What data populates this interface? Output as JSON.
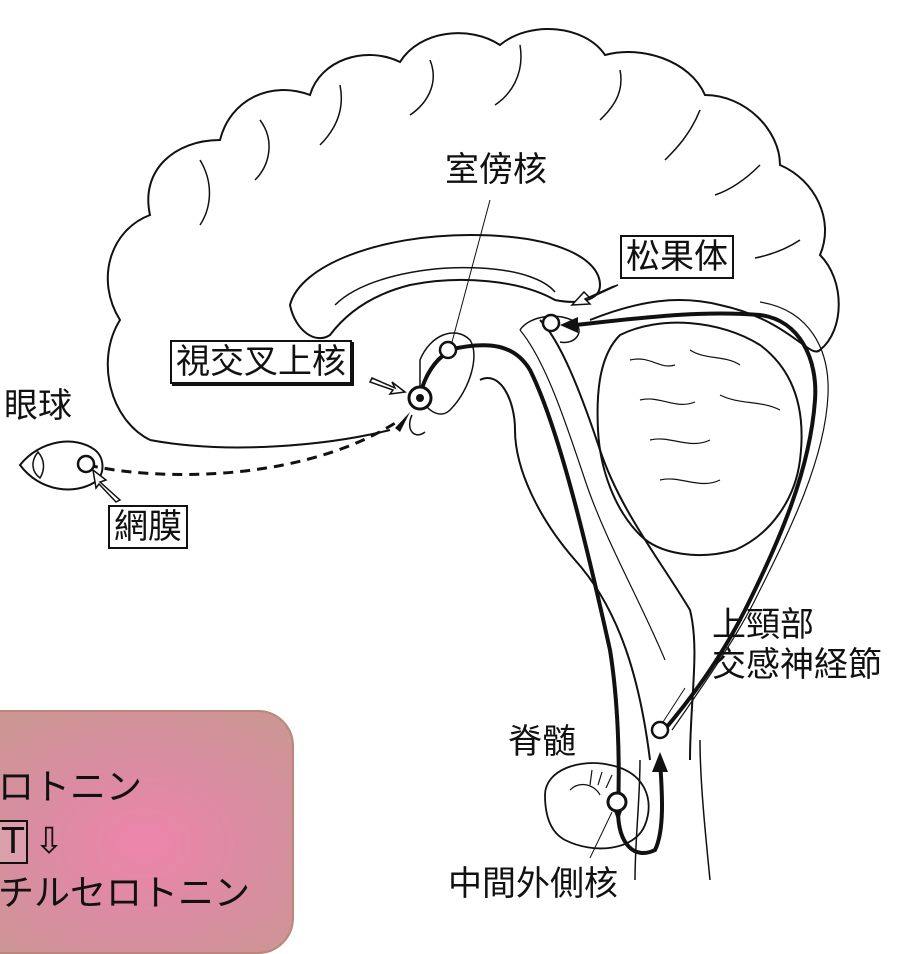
{
  "labels": {
    "paraventricular": "室傍核",
    "pineal": "松果体",
    "scn": "視交叉上核",
    "eyeball": "眼球",
    "retina": "網膜",
    "scg_line1": "上頸部",
    "scg_line2": "交感神経節",
    "spinal_cord": "脊髄",
    "iml": "中間外側核"
  },
  "card": {
    "line1": "ロトニン",
    "line2_box": "T",
    "line2_arrow": "⇩",
    "line3": "チルセロトニン"
  },
  "colors": {
    "ink": "#111111",
    "card_center": "#ee84ab",
    "card_edge": "#c79a8e"
  }
}
